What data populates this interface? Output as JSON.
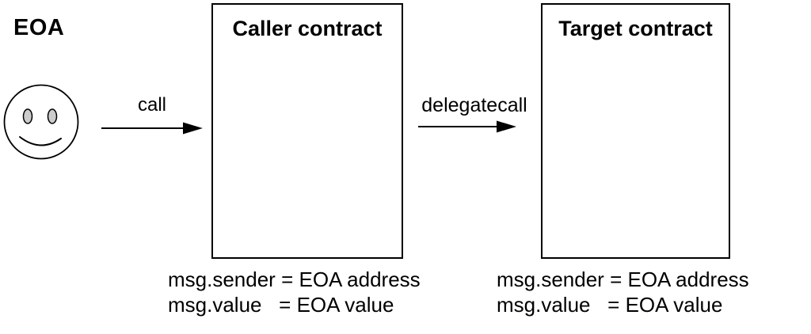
{
  "diagram": {
    "eoa_label": "EOA",
    "call_arrow_label": "call",
    "delegatecall_arrow_label": "delegatecall",
    "caller_box": {
      "title": "Caller contract",
      "notes": [
        "msg.sender = EOA address",
        "msg.value   = EOA value"
      ]
    },
    "target_box": {
      "title": "Target contract",
      "notes": [
        "msg.sender = EOA address",
        "msg.value   = EOA value"
      ]
    },
    "colors": {
      "stroke": "#000000",
      "background": "#ffffff",
      "eye_fill": "#cccccc"
    }
  }
}
